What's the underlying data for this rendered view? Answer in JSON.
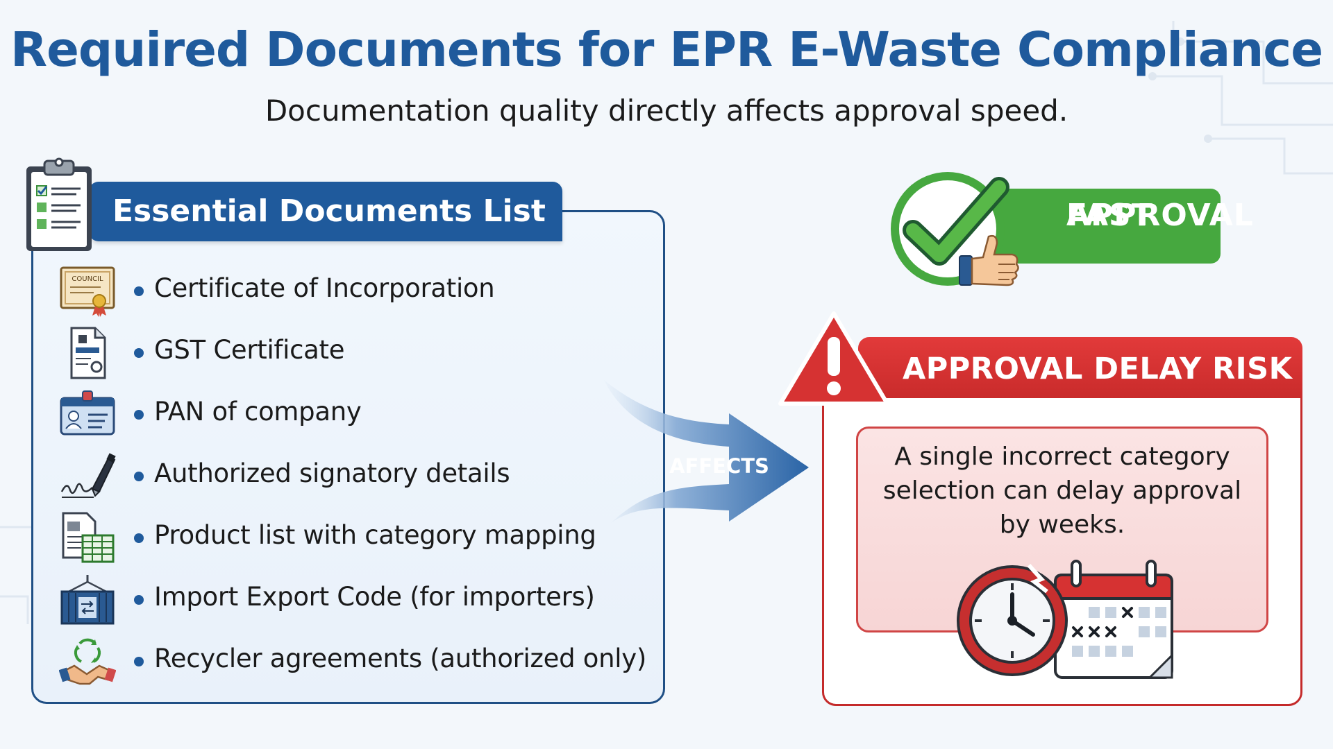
{
  "title": "Required Documents for EPR E-Waste Compliance",
  "subtitle": "Documentation quality directly affects approval speed.",
  "documents": {
    "header": "Essential Documents List",
    "items": [
      {
        "label": "Certificate of Incorporation",
        "icon": "certificate-icon"
      },
      {
        "label": "GST Certificate",
        "icon": "gst-document-icon"
      },
      {
        "label": "PAN of company",
        "icon": "id-card-icon"
      },
      {
        "label": "Authorized signatory details",
        "icon": "signature-pen-icon"
      },
      {
        "label": "Product list with category mapping",
        "icon": "spreadsheet-icon"
      },
      {
        "label": "Import Export Code (for importers)",
        "icon": "shipping-container-icon"
      },
      {
        "label": "Recycler agreements (authorized only)",
        "icon": "recycle-handshake-icon"
      }
    ],
    "certificate_icon_text": "COUNCIL"
  },
  "arrow_label": "AFFECTS",
  "fast_approval": {
    "line1": "FAST",
    "line2": "APPROVAL"
  },
  "risk": {
    "header": "APPROVAL DELAY RISK",
    "message": "A single incorrect category selection can delay approval by weeks."
  },
  "colors": {
    "title_blue": "#1f5a9c",
    "fast_green": "#46a83f",
    "risk_red": "#d63232",
    "arrow_blue": "#2a64a6"
  }
}
